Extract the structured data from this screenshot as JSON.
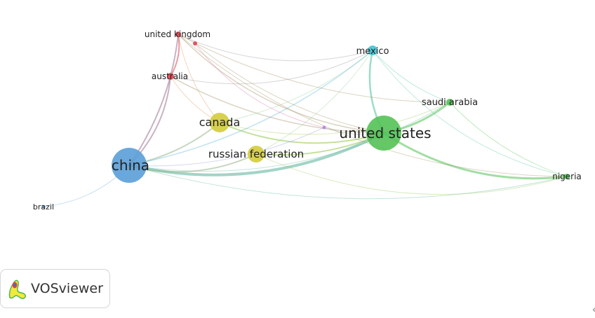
{
  "colors": {
    "red": "#e0454f",
    "blue": "#5a9fd8",
    "green": "#53c257",
    "yellow": "#d4cc3c",
    "cyan": "#3fc4d6",
    "purple": "#c07be0"
  },
  "nodes": [
    {
      "id": "china",
      "label": "china",
      "cluster": "blue"
    },
    {
      "id": "united-states",
      "label": "united states",
      "cluster": "green"
    },
    {
      "id": "canada",
      "label": "canada",
      "cluster": "yellow"
    },
    {
      "id": "russian-federation",
      "label": "russian federation",
      "cluster": "yellow"
    },
    {
      "id": "united-kingdom",
      "label": "united kingdom",
      "cluster": "red"
    },
    {
      "id": "australia",
      "label": "australia",
      "cluster": "red"
    },
    {
      "id": "mexico",
      "label": "mexico",
      "cluster": "cyan"
    },
    {
      "id": "saudi-arabia",
      "label": "saudi arabia",
      "cluster": "green"
    },
    {
      "id": "nigeria",
      "label": "nigeria",
      "cluster": "green"
    },
    {
      "id": "brazil",
      "label": "brazil",
      "cluster": "blue"
    },
    {
      "id": "uk-minor",
      "label": "",
      "cluster": "red"
    },
    {
      "id": "purple-minor",
      "label": "",
      "cluster": "purple"
    }
  ],
  "links": [
    {
      "a": "china",
      "b": "united-states",
      "w": 4
    },
    {
      "a": "china",
      "b": "canada",
      "w": 2
    },
    {
      "a": "china",
      "b": "russian-federation",
      "w": 2
    },
    {
      "a": "china",
      "b": "united-kingdom",
      "w": 2
    },
    {
      "a": "china",
      "b": "australia",
      "w": 2
    },
    {
      "a": "china",
      "b": "mexico",
      "w": 1.5
    },
    {
      "a": "china",
      "b": "saudi-arabia",
      "w": 1
    },
    {
      "a": "china",
      "b": "nigeria",
      "w": 1
    },
    {
      "a": "china",
      "b": "brazil",
      "w": 1
    },
    {
      "a": "china",
      "b": "purple-minor",
      "w": 1
    },
    {
      "a": "united-states",
      "b": "canada",
      "w": 2
    },
    {
      "a": "united-states",
      "b": "russian-federation",
      "w": 2
    },
    {
      "a": "united-states",
      "b": "united-kingdom",
      "w": 1.5
    },
    {
      "a": "united-states",
      "b": "australia",
      "w": 1.5
    },
    {
      "a": "united-states",
      "b": "mexico",
      "w": 2.5
    },
    {
      "a": "united-states",
      "b": "saudi-arabia",
      "w": 3
    },
    {
      "a": "united-states",
      "b": "nigeria",
      "w": 3
    },
    {
      "a": "united-states",
      "b": "purple-minor",
      "w": 1
    },
    {
      "a": "united-kingdom",
      "b": "australia",
      "w": 2
    },
    {
      "a": "united-kingdom",
      "b": "canada",
      "w": 1
    },
    {
      "a": "united-kingdom",
      "b": "mexico",
      "w": 1
    },
    {
      "a": "united-kingdom",
      "b": "saudi-arabia",
      "w": 1
    },
    {
      "a": "united-kingdom",
      "b": "nigeria",
      "w": 1
    },
    {
      "a": "uk-minor",
      "b": "united-states",
      "w": 1
    },
    {
      "a": "uk-minor",
      "b": "purple-minor",
      "w": 1
    },
    {
      "a": "australia",
      "b": "canada",
      "w": 1
    },
    {
      "a": "australia",
      "b": "mexico",
      "w": 1
    },
    {
      "a": "canada",
      "b": "mexico",
      "w": 1
    },
    {
      "a": "canada",
      "b": "saudi-arabia",
      "w": 1
    },
    {
      "a": "russian-federation",
      "b": "mexico",
      "w": 1
    },
    {
      "a": "russian-federation",
      "b": "nigeria",
      "w": 1
    },
    {
      "a": "mexico",
      "b": "saudi-arabia",
      "w": 1
    },
    {
      "a": "mexico",
      "b": "nigeria",
      "w": 1
    },
    {
      "a": "saudi-arabia",
      "b": "nigeria",
      "w": 1
    }
  ],
  "badge": {
    "text": "VOSviewer"
  },
  "corner_glyph": "‹"
}
